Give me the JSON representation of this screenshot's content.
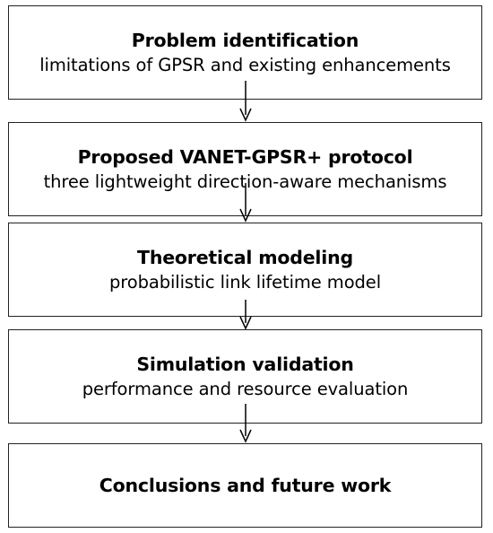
{
  "flowchart": {
    "steps": [
      {
        "title": "Problem identification",
        "subtitle": "limitations of GPSR and existing enhancements"
      },
      {
        "title": "Proposed VANET-GPSR+ protocol",
        "subtitle": "three lightweight direction-aware mechanisms"
      },
      {
        "title": "Theoretical modeling",
        "subtitle": "probabilistic link lifetime model"
      },
      {
        "title": "Simulation validation",
        "subtitle": "performance and resource evaluation"
      },
      {
        "title": "Conclusions and future work",
        "subtitle": ""
      }
    ]
  },
  "colors": {
    "border": "#222222",
    "arrow": "#000000",
    "background": "#ffffff"
  }
}
